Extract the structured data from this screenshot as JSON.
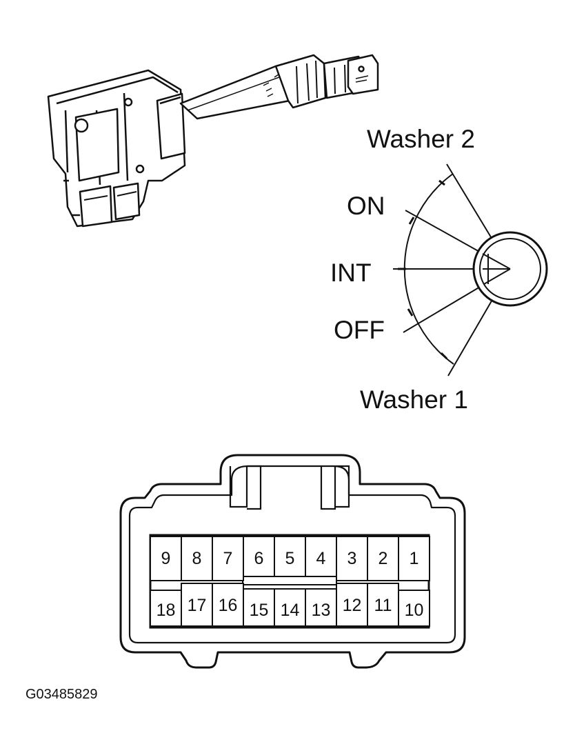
{
  "switch_positions": {
    "washer2": "Washer 2",
    "on": "ON",
    "int": "INT",
    "off": "OFF",
    "washer1": "Washer 1"
  },
  "connector": {
    "top_row": [
      "9",
      "8",
      "7",
      "6",
      "5",
      "4",
      "3",
      "2",
      "1"
    ],
    "bottom_row": [
      "18",
      "17",
      "16",
      "15",
      "14",
      "13",
      "12",
      "11",
      "10"
    ]
  },
  "figure_code": "G03485829"
}
